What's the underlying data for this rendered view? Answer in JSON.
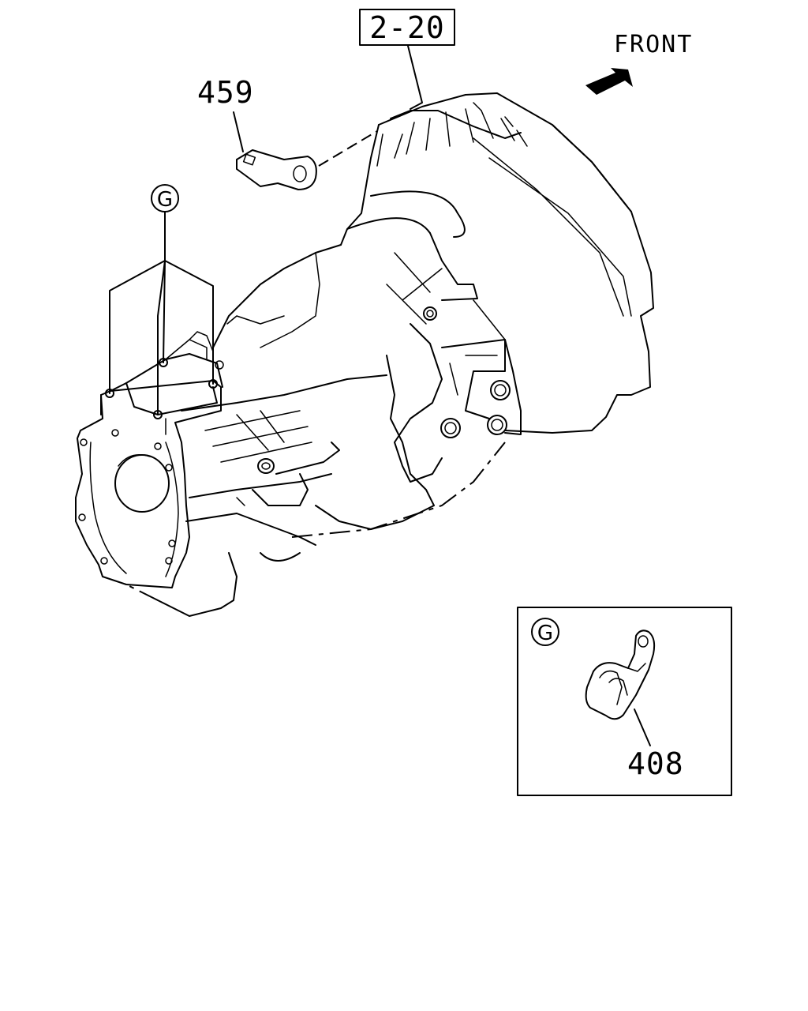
{
  "ref_box": {
    "label": "2-20"
  },
  "direction": {
    "label": "FRONT"
  },
  "parts": [
    {
      "number": "459"
    },
    {
      "number": "408"
    }
  ],
  "detail_callout": {
    "letter": "G"
  },
  "detail_inset": {
    "letter": "G"
  }
}
